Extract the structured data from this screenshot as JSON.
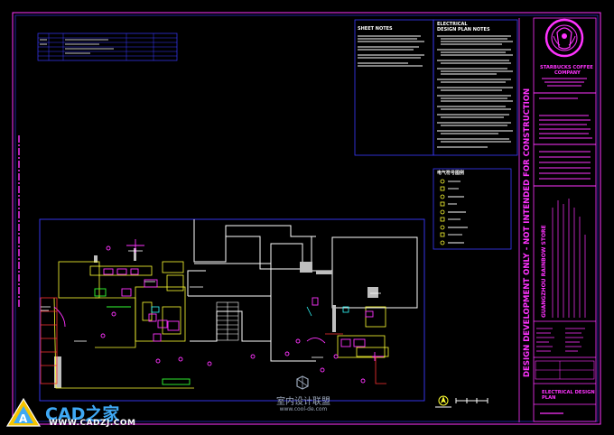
{
  "sheet_notes": {
    "title": "SHEET NOTES"
  },
  "electrical_notes": {
    "title_line1": "ELECTRICAL",
    "title_line2": "DESIGN PLAN NOTES"
  },
  "legend": {
    "title": "电气符号图例"
  },
  "vertical_stamp": {
    "line1": "DESIGN DEVELOPMENT ONLY - NOT INTENDED FOR CONSTRUCTION"
  },
  "title_block": {
    "company_line1": "STARBUCKS COFFEE",
    "company_line2": "COMPANY",
    "store_name": "GUANGZHOU RAINBOW STORE",
    "sheet_title_line1": "ELECTRICAL DESIGN",
    "sheet_title_line2": "PLAN"
  },
  "watermarks": {
    "cad_brand": "CAD之家",
    "cad_url": "WWW.CADZJ.COM",
    "interior_brand": "室内设计联盟",
    "interior_url": "www.cool-de.com"
  },
  "colors": {
    "background": "#000000",
    "magenta": "#ff33ff",
    "blue": "#3a3aff",
    "white": "#ffffff",
    "yellow": "#ffff33",
    "green": "#33ff33",
    "gray": "#bfbfbf"
  }
}
